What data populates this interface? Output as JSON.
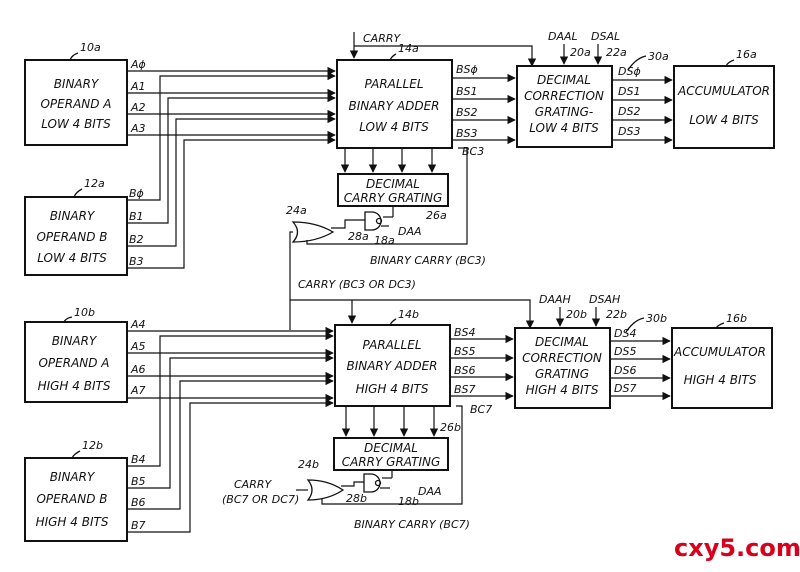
{
  "colors": {
    "ink": "#111111",
    "watermark": "#d9001b",
    "background": "#ffffff"
  },
  "operand_a_low": {
    "ref": "10a",
    "lines": [
      "BINARY",
      "OPERAND A",
      "LOW 4 BITS"
    ],
    "outputs": [
      "Aϕ",
      "A1",
      "A2",
      "A3"
    ]
  },
  "operand_b_low": {
    "ref": "12a",
    "lines": [
      "BINARY",
      "OPERAND B",
      "LOW 4 BITS"
    ],
    "outputs": [
      "Bϕ",
      "B1",
      "B2",
      "B3"
    ]
  },
  "adder_low": {
    "ref": "14a",
    "lines": [
      "PARALLEL",
      "BINARY ADDER",
      "LOW 4 BITS"
    ],
    "outputs": [
      "BSϕ",
      "BS1",
      "BS2",
      "BS3"
    ],
    "carry_out": "BC3"
  },
  "carry_in_low": "CARRY",
  "decimal_low": {
    "lines": [
      "DECIMAL",
      "CORRECTION",
      "GRATING-",
      "LOW 4 BITS"
    ],
    "input_daal": "DAAL",
    "input_dsal": "DSAL",
    "ref_20": "20a",
    "ref_22": "22a",
    "ref_30": "30a",
    "outputs": [
      "DSϕ",
      "DS1",
      "DS2",
      "DS3"
    ]
  },
  "accum_low": {
    "ref": "16a",
    "lines": [
      "ACCUMULATOR",
      "LOW 4 BITS"
    ]
  },
  "carry_grating_low": {
    "lines": [
      "DECIMAL",
      "CARRY GRATING"
    ],
    "ref": "26a"
  },
  "gates_low": {
    "or_ref": "24a",
    "and_ref": "28a",
    "inv_ref": "18a",
    "daa": "DAA",
    "binary_carry": "BINARY CARRY (BC3)"
  },
  "carry_between": "CARRY (BC3 OR DC3)",
  "operand_a_high": {
    "ref": "10b",
    "lines": [
      "BINARY",
      "OPERAND A",
      "HIGH 4 BITS"
    ],
    "outputs": [
      "A4",
      "A5",
      "A6",
      "A7"
    ]
  },
  "operand_b_high": {
    "ref": "12b",
    "lines": [
      "BINARY",
      "OPERAND B",
      "HIGH 4 BITS"
    ],
    "outputs": [
      "B4",
      "B5",
      "B6",
      "B7"
    ]
  },
  "adder_high": {
    "ref": "14b",
    "lines": [
      "PARALLEL",
      "BINARY ADDER",
      "HIGH 4 BITS"
    ],
    "outputs": [
      "BS4",
      "BS5",
      "BS6",
      "BS7"
    ],
    "carry_out": "BC7"
  },
  "decimal_high": {
    "lines": [
      "DECIMAL",
      "CORRECTION",
      "GRATING",
      "HIGH 4 BITS"
    ],
    "input_daah": "DAAH",
    "input_dsah": "DSAH",
    "ref_20": "20b",
    "ref_22": "22b",
    "ref_30": "30b",
    "outputs": [
      "DS4",
      "DS5",
      "DS6",
      "DS7"
    ]
  },
  "accum_high": {
    "ref": "16b",
    "lines": [
      "ACCUMULATOR",
      "HIGH 4 BITS"
    ]
  },
  "carry_grating_high": {
    "lines": [
      "DECIMAL",
      "CARRY GRATING"
    ],
    "ref": "26b"
  },
  "gates_high": {
    "or_ref": "24b",
    "and_ref": "28b",
    "inv_ref": "18b",
    "daa": "DAA",
    "carry_in": [
      "CARRY",
      "(BC7 OR DC7)"
    ],
    "binary_carry": "BINARY CARRY (BC7)"
  },
  "watermark": "cxy5.com"
}
